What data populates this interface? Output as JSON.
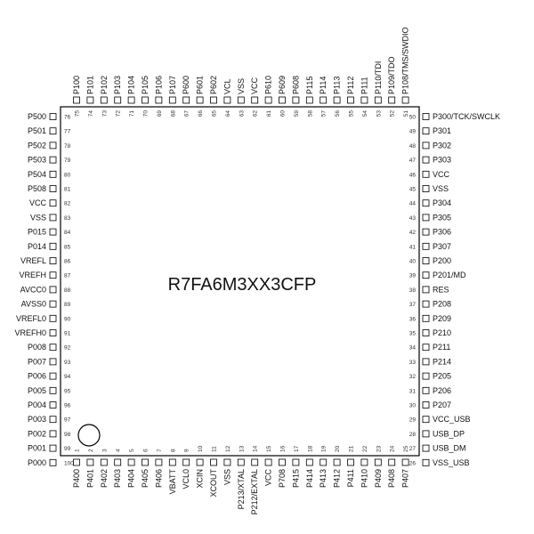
{
  "chip": {
    "part_number": "R7FA6M3XX3CFP",
    "colors": {
      "outline": "#000000",
      "text": "#111111",
      "background": "#ffffff"
    },
    "pins_left": [
      "P500",
      "P501",
      "P502",
      "P503",
      "P504",
      "P508",
      "VCC",
      "VSS",
      "P015",
      "P014",
      "VREFL",
      "VREFH",
      "AVCC0",
      "AVSS0",
      "VREFL0",
      "VREFH0",
      "P008",
      "P007",
      "P006",
      "P005",
      "P004",
      "P003",
      "P002",
      "P001",
      "P000"
    ],
    "pins_left_start": 76,
    "pins_bottom": [
      "P400",
      "P401",
      "P402",
      "P403",
      "P404",
      "P405",
      "P406",
      "VBATT",
      "VCL0",
      "XCIN",
      "XCOUT",
      "VSS",
      "P213/XTAL",
      "P212/EXTAL",
      "VCC",
      "P708",
      "P415",
      "P414",
      "P413",
      "P412",
      "P411",
      "P410",
      "P409",
      "P408",
      "P407"
    ],
    "pins_bottom_start": 1,
    "pins_right": [
      "P300/TCK/SWCLK",
      "P301",
      "P302",
      "P303",
      "VCC",
      "VSS",
      "P304",
      "P305",
      "P306",
      "P307",
      "P200",
      "P201/MD",
      "RES",
      "P208",
      "P209",
      "P210",
      "P211",
      "P214",
      "P205",
      "P206",
      "P207",
      "VCC_USB",
      "USB_DP",
      "USB_DM",
      "VSS_USB"
    ],
    "pins_right_start": 50,
    "pins_top": [
      "P100",
      "P101",
      "P102",
      "P103",
      "P104",
      "P105",
      "P106",
      "P107",
      "P600",
      "P601",
      "P602",
      "VCL",
      "VSS",
      "VCC",
      "P610",
      "P609",
      "P608",
      "P115",
      "P114",
      "P113",
      "P112",
      "P111",
      "P110/TDI",
      "P109/TDO",
      "P108/TMS/SWDIO"
    ],
    "pins_top_start": 75
  }
}
